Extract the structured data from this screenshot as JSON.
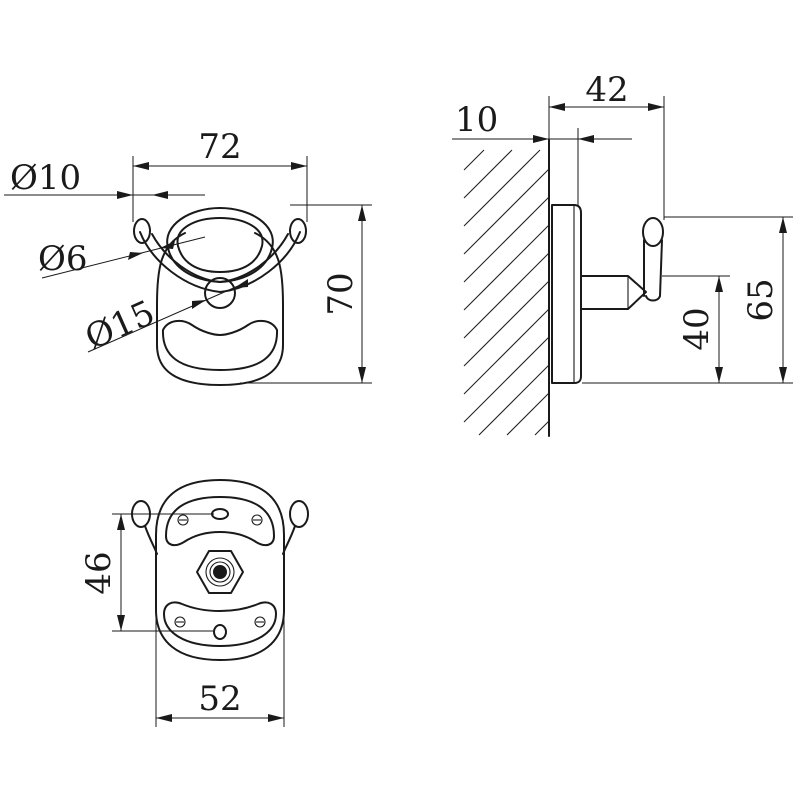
{
  "front_view": {
    "dim_width": "72",
    "dim_height": "70",
    "dim_knob_diameter": "Ø10",
    "dim_rod_diameter": "Ø6",
    "dim_base_diameter": "Ø15"
  },
  "side_view": {
    "dim_wall_gap": "10",
    "dim_projection": "42",
    "dim_total_height": "65",
    "dim_arm_height": "40"
  },
  "back_view": {
    "dim_hole_spacing": "46",
    "dim_plate_width": "52"
  }
}
